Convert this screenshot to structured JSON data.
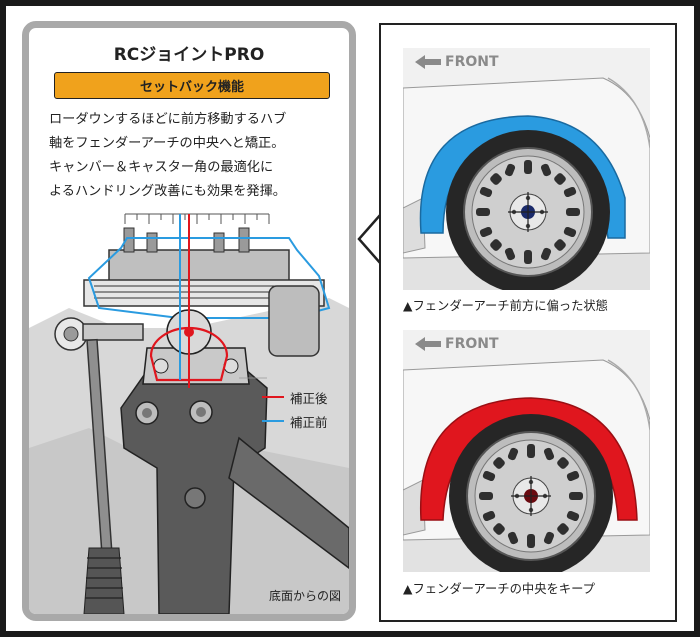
{
  "left_panel": {
    "title": "RCジョイントPRO",
    "badge": "セットバック機能",
    "description_lines": [
      "ローダウンするほどに前方移動するハブ",
      "軸をフェンダーアーチの中央へと矯正。",
      "キャンバー＆キャスター角の最適化に",
      "よるハンドリング改善にも効果を発揮。"
    ],
    "legend": [
      {
        "label": "補正後",
        "color": "#e0161e"
      },
      {
        "label": "補正前",
        "color": "#2a9be0"
      }
    ],
    "bottom_caption": "底面からの図"
  },
  "right_panel": {
    "scenes": [
      {
        "front_label": "FRONT",
        "caption": "▲フェンダーアーチ前方に偏った状態",
        "fender_color": "#2a9be0"
      },
      {
        "front_label": "FRONT",
        "caption": "▲フェンダーアーチの中央をキープ",
        "fender_color": "#e0161e"
      }
    ]
  }
}
